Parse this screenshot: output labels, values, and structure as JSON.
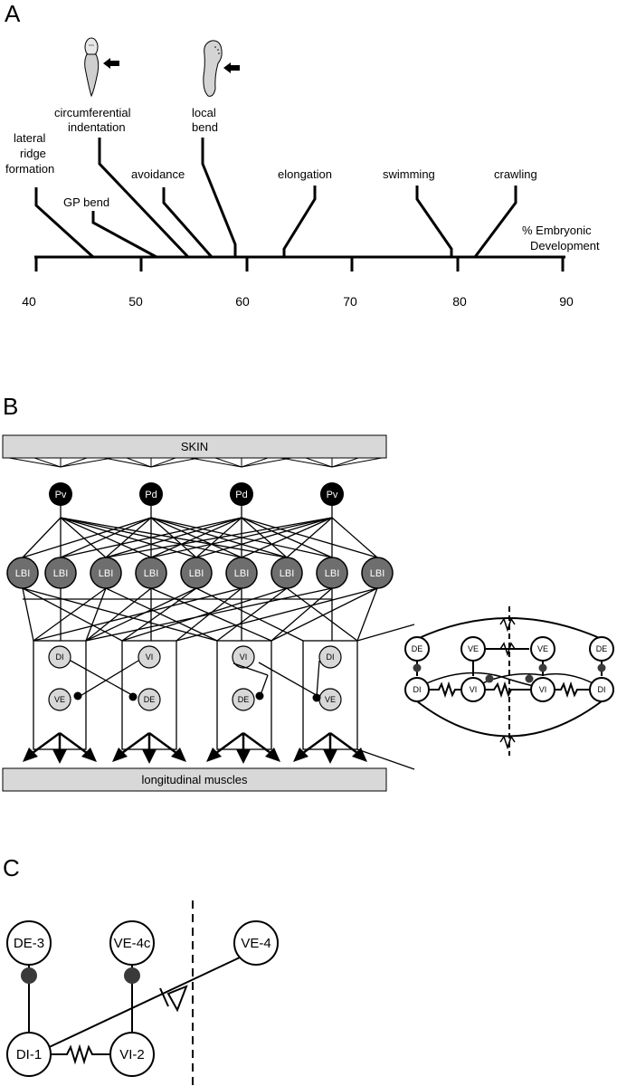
{
  "panel_a": {
    "label": "A",
    "axis_label_line1": "% Embryonic",
    "axis_label_line2": "Development",
    "ticks": [
      "40",
      "50",
      "60",
      "70",
      "80",
      "90"
    ],
    "events": {
      "lateral_ridge": [
        "lateral",
        "ridge",
        "formation"
      ],
      "gp_bend": "GP bend",
      "circumferential": [
        "circumferential",
        "indentation"
      ],
      "avoidance": "avoidance",
      "local_bend": [
        "local",
        "bend"
      ],
      "elongation": "elongation",
      "swimming": "swimming",
      "crawling": "crawling"
    }
  },
  "panel_b": {
    "label": "B",
    "skin": "SKIN",
    "muscles": "longitudinal muscles",
    "sensory": [
      "Pv",
      "Pd",
      "Pd",
      "Pv"
    ],
    "lbi": "LBI",
    "boxes": [
      [
        "DI",
        "VE"
      ],
      [
        "VI",
        "DE"
      ],
      [
        "VI",
        "DE"
      ],
      [
        "DI",
        "VE"
      ]
    ],
    "inset": {
      "top": [
        "DE",
        "VE",
        "VE",
        "DE"
      ],
      "bottom": [
        "DI",
        "VI",
        "VI",
        "DI"
      ]
    }
  },
  "panel_c": {
    "label": "C",
    "nodes": {
      "de3": "DE-3",
      "ve4c": "VE-4c",
      "ve4": "VE-4",
      "di1": "DI-1",
      "vi2": "VI-2"
    }
  },
  "colors": {
    "gray_fill": "#d8d8d8",
    "dark_gray": "#6e6e6e",
    "black": "#000000"
  }
}
